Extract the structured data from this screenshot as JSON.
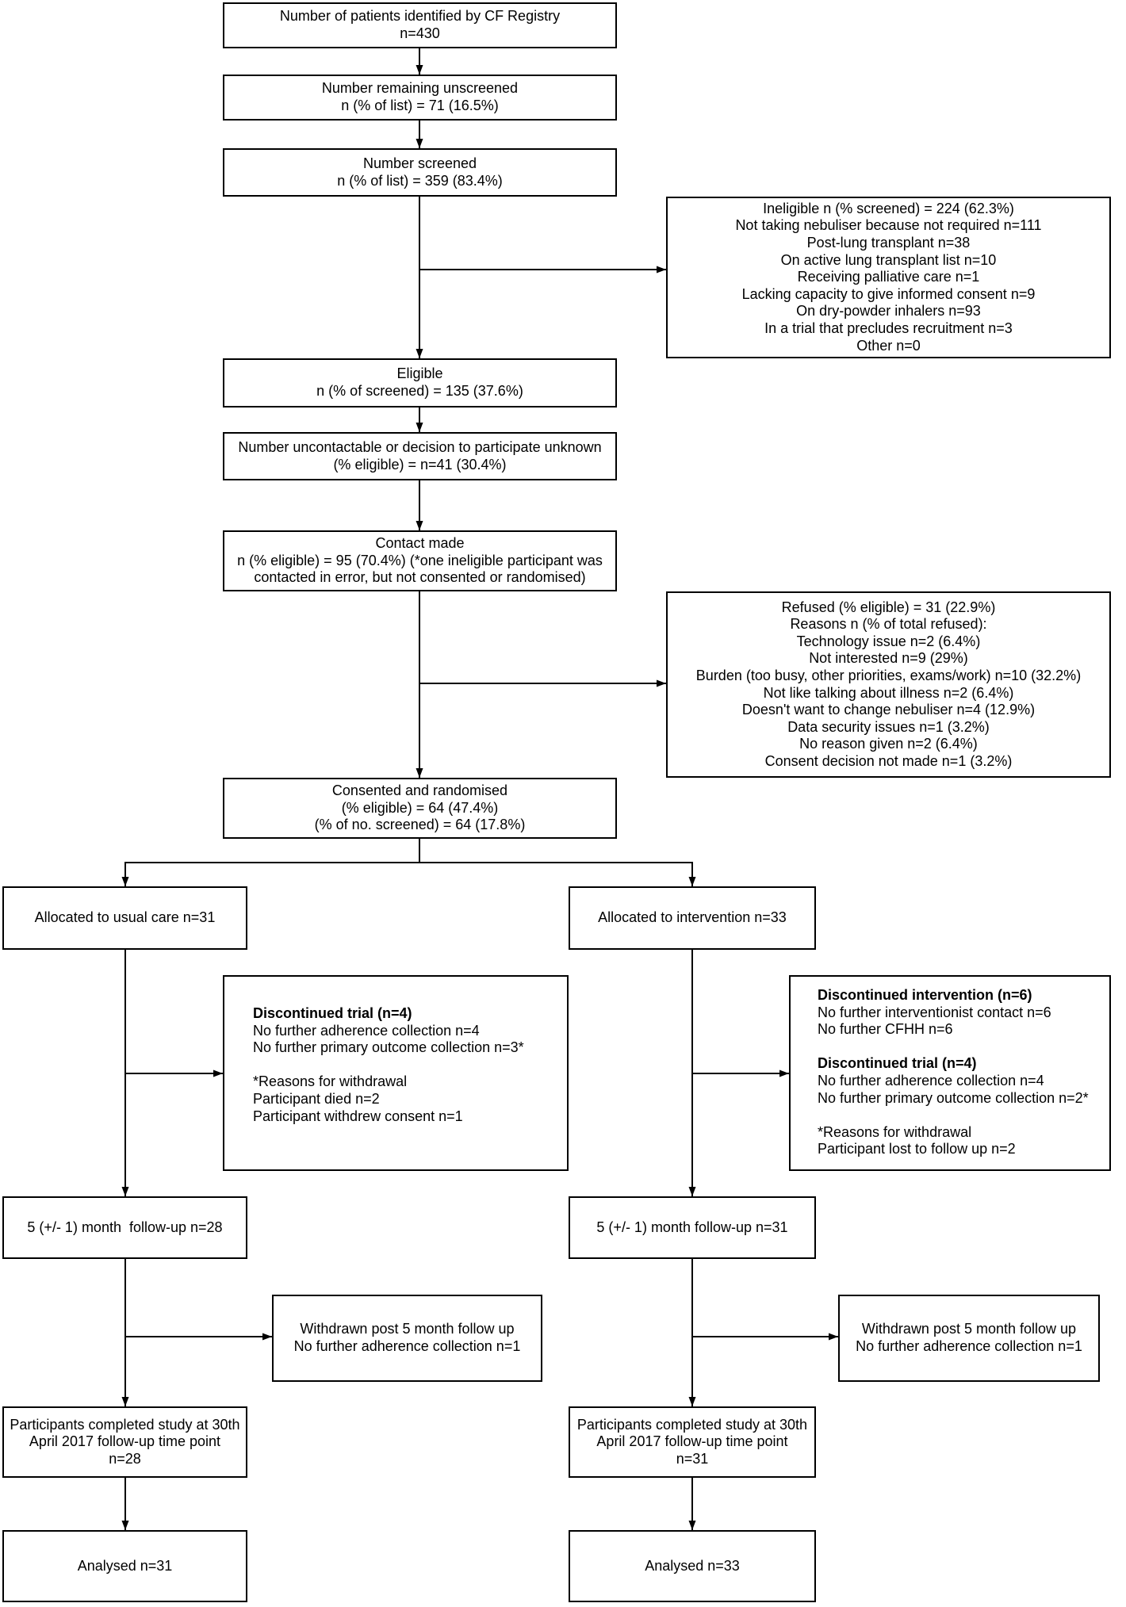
{
  "boxes": {
    "registry": {
      "lines": [
        "Number of patients identified by CF Registry",
        "n=430"
      ]
    },
    "unscreened": {
      "lines": [
        "Number remaining unscreened",
        "n (% of list) = 71 (16.5%)"
      ]
    },
    "screened": {
      "lines": [
        "Number screened",
        "n (% of list) = 359 (83.4%)"
      ]
    },
    "ineligible": {
      "lines": [
        "Ineligible n (% screened) = 224 (62.3%)",
        "Not taking nebuliser because not required n=111",
        "Post-lung transplant n=38",
        "On active lung transplant list n=10",
        "Receiving palliative care n=1",
        "Lacking capacity to give informed consent n=9",
        "On dry-powder inhalers n=93",
        "In a trial that precludes recruitment n=3",
        "Other n=0"
      ]
    },
    "eligible": {
      "lines": [
        "Eligible",
        "n (% of screened) = 135 (37.6%)"
      ]
    },
    "uncontactable": {
      "lines": [
        "Number uncontactable or decision to participate unknown",
        "(% eligible) = n=41 (30.4%)"
      ]
    },
    "contact_made": {
      "lines": [
        "Contact made",
        "n (% eligible) = 95 (70.4%) (*one ineligible participant was",
        "contacted in error, but not consented or randomised)"
      ]
    },
    "refused": {
      "lines": [
        "Refused (% eligible) = 31 (22.9%)",
        "Reasons n (% of total refused):",
        "Technology issue n=2 (6.4%)",
        "Not interested n=9 (29%)",
        "Burden (too busy, other priorities, exams/work) n=10 (32.2%)",
        "Not like talking about illness n=2 (6.4%)",
        "Doesn't want to change nebuliser n=4 (12.9%)",
        "Data security issues n=1 (3.2%)",
        "No reason given n=2 (6.4%)",
        "Consent decision not made n=1 (3.2%)"
      ]
    },
    "randomised": {
      "lines": [
        "Consented and randomised",
        "(% eligible) = 64 (47.4%)",
        "(% of no. screened) = 64 (17.8%)"
      ]
    }
  },
  "arms": {
    "usual_care": {
      "allocated": "Allocated to usual care n=31",
      "discontinued": [
        "Discontinued trial (n=4)",
        "No further adherence collection n=4",
        "No further primary outcome collection n=3*",
        "*Reasons for withdrawal",
        "Participant died n=2",
        "Participant withdrew consent n=1"
      ],
      "follow_up": "5 (+/- 1) month  follow-up n=28",
      "withdrawn": [
        "Withdrawn post 5 month follow up",
        "No further adherence collection n=1"
      ],
      "completed": [
        "Participants completed study at 30th",
        "April 2017 follow-up time point",
        "n=28"
      ],
      "analysed": "Analysed n=31"
    },
    "intervention": {
      "allocated": "Allocated to intervention n=33",
      "discontinued": [
        "Discontinued intervention (n=6)",
        "No further interventionist contact n=6",
        "No further CFHH n=6",
        "Discontinued trial (n=4)",
        "No further adherence collection n=4",
        "No further primary outcome collection n=2*",
        "*Reasons for withdrawal",
        "Participant lost to follow up n=2"
      ],
      "follow_up": "5 (+/- 1) month follow-up n=31",
      "withdrawn": [
        "Withdrawn post 5 month follow up",
        "No further adherence collection n=1"
      ],
      "completed": [
        "Participants completed study at 30th",
        "April 2017 follow-up time point",
        "n=31"
      ],
      "analysed": "Analysed n=33"
    }
  }
}
